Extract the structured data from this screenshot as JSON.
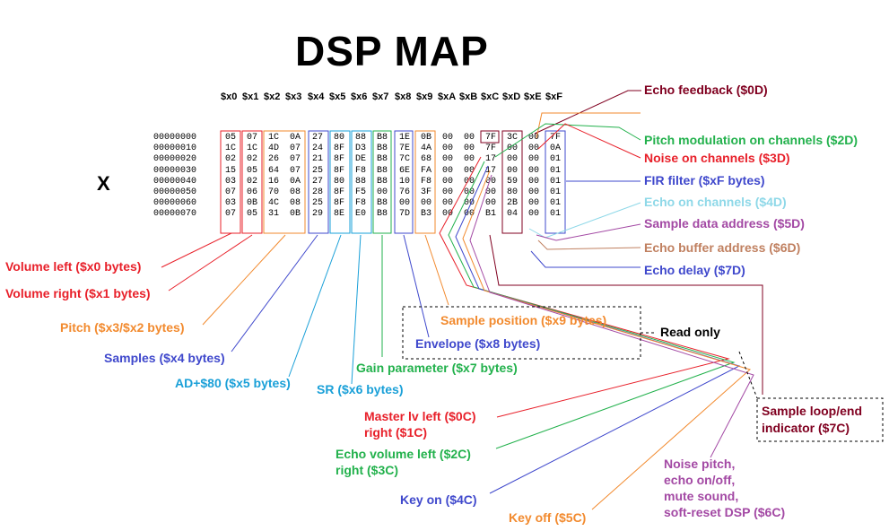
{
  "title": "DSP MAP",
  "side_mark": "X",
  "columns": [
    "$x0",
    "$x1",
    "$x2",
    "$x3",
    "$x4",
    "$x5",
    "$x6",
    "$x7",
    "$x8",
    "$x9",
    "$xA",
    "$xB",
    "$xC",
    "$xD",
    "$xE",
    "$xF"
  ],
  "addresses": [
    "00000000",
    "00000010",
    "00000020",
    "00000030",
    "00000040",
    "00000050",
    "00000060",
    "00000070"
  ],
  "rows": [
    [
      "05",
      "07",
      "1C",
      "0A",
      "27",
      "80",
      "88",
      "B8",
      "1E",
      "0B",
      "00",
      "00",
      "7F",
      "3C",
      "00",
      "7F"
    ],
    [
      "1C",
      "1C",
      "4D",
      "07",
      "24",
      "8F",
      "D3",
      "B8",
      "7E",
      "4A",
      "00",
      "00",
      "7F",
      "00",
      "00",
      "0A"
    ],
    [
      "02",
      "02",
      "26",
      "07",
      "21",
      "8F",
      "DE",
      "B8",
      "7C",
      "68",
      "00",
      "00",
      "17",
      "00",
      "00",
      "01"
    ],
    [
      "15",
      "05",
      "64",
      "07",
      "25",
      "8F",
      "F8",
      "B8",
      "6E",
      "FA",
      "00",
      "00",
      "17",
      "00",
      "00",
      "01"
    ],
    [
      "03",
      "02",
      "16",
      "0A",
      "27",
      "80",
      "88",
      "B8",
      "10",
      "F8",
      "00",
      "00",
      "00",
      "59",
      "00",
      "01"
    ],
    [
      "07",
      "06",
      "70",
      "08",
      "28",
      "8F",
      "F5",
      "00",
      "76",
      "3F",
      "00",
      "00",
      "00",
      "80",
      "00",
      "01"
    ],
    [
      "03",
      "0B",
      "4C",
      "08",
      "25",
      "8F",
      "F8",
      "B8",
      "00",
      "00",
      "00",
      "00",
      "00",
      "2B",
      "00",
      "01"
    ],
    [
      "07",
      "05",
      "31",
      "0B",
      "29",
      "8E",
      "E0",
      "B8",
      "7D",
      "B3",
      "00",
      "00",
      "B1",
      "04",
      "00",
      "01"
    ]
  ],
  "labels": {
    "echo_feedback": "Echo feedback ($0D)",
    "pitch_mod": "Pitch modulation on channels ($2D)",
    "noise_channels": "Noise on channels ($3D)",
    "fir_filter": "FIR filter ($xF bytes)",
    "echo_channels": "Echo on channels ($4D)",
    "sample_data_addr": "Sample data address ($5D)",
    "echo_buffer_addr": "Echo buffer address ($6D)",
    "echo_delay": "Echo delay ($7D)",
    "volume_left": "Volume left ($x0 bytes)",
    "volume_right": "Volume right ($x1 bytes)",
    "pitch": "Pitch ($x3/$x2 bytes)",
    "samples": "Samples ($x4 bytes)",
    "ad": "AD+$80 ($x5 bytes)",
    "sr": "SR ($x6 bytes)",
    "gain": "Gain parameter ($x7 bytes)",
    "sample_position": "Sample position ($x9 bytes)",
    "envelope": "Envelope ($x8 bytes)",
    "read_only": "Read only",
    "sample_loop_1": "Sample loop/end",
    "sample_loop_2": "indicator ($7C)",
    "master_lv_1": "Master lv left ($0C)",
    "master_lv_2": "right ($1C)",
    "echo_vol_1": "Echo volume left ($2C)",
    "echo_vol_2": "right ($3C)",
    "key_on": "Key on ($4C)",
    "key_off": "Key off ($5C)",
    "noise_pitch_1": "Noise pitch,",
    "noise_pitch_2": "echo on/off,",
    "noise_pitch_3": "mute sound,",
    "noise_pitch_4": "soft-reset DSP ($6C)"
  },
  "colors": {
    "red": "#e8202a",
    "dark_red": "#800020",
    "orange": "#f28a2e",
    "blue": "#3f48cc",
    "cyan": "#1aa0d8",
    "green": "#22b14c",
    "light_cyan": "#8ed8e8",
    "purple": "#a349a4",
    "brown": "#c08060"
  }
}
